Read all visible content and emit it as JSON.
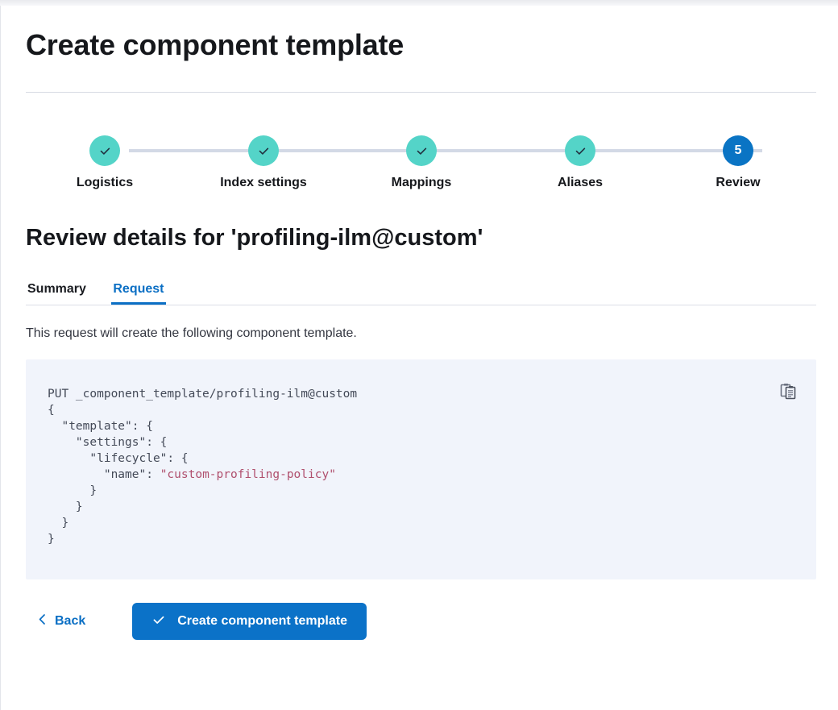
{
  "window": {
    "title": "Create component template"
  },
  "stepper": {
    "steps": [
      {
        "label": "Logistics",
        "state": "complete",
        "number": "1",
        "icon": "check-icon"
      },
      {
        "label": "Index settings",
        "state": "complete",
        "number": "2",
        "icon": "check-icon"
      },
      {
        "label": "Mappings",
        "state": "complete",
        "number": "3",
        "icon": "check-icon"
      },
      {
        "label": "Aliases",
        "state": "complete",
        "number": "4",
        "icon": "check-icon"
      },
      {
        "label": "Review",
        "state": "current",
        "number": "5",
        "icon": ""
      }
    ],
    "colors": {
      "complete": "#54d4c8",
      "current": "#0a74c4",
      "connector": "#d3d9e6"
    }
  },
  "review": {
    "heading": "Review details for 'profiling-ilm@custom'",
    "tabs": [
      {
        "label": "Summary",
        "active": false
      },
      {
        "label": "Request",
        "active": true
      }
    ],
    "description": "This request will create the following component template.",
    "code": {
      "request_line": "PUT _component_template/profiling-ilm@custom",
      "body_lines": [
        "{",
        "  \"template\": {",
        "    \"settings\": {",
        "      \"lifecycle\": {",
        "        \"name\": \"custom-profiling-policy\"",
        "      }",
        "    }",
        "  }",
        "}"
      ],
      "string_value": "\"custom-profiling-policy\"",
      "copy_icon": "copy-clipboard-icon",
      "background": "#f1f4fb",
      "string_color": "#b0506e"
    }
  },
  "actions": {
    "back_label": "Back",
    "back_icon": "chevron-left-icon",
    "submit_label": "Create component template",
    "submit_icon": "check-icon",
    "accent": "#0b72c8"
  }
}
